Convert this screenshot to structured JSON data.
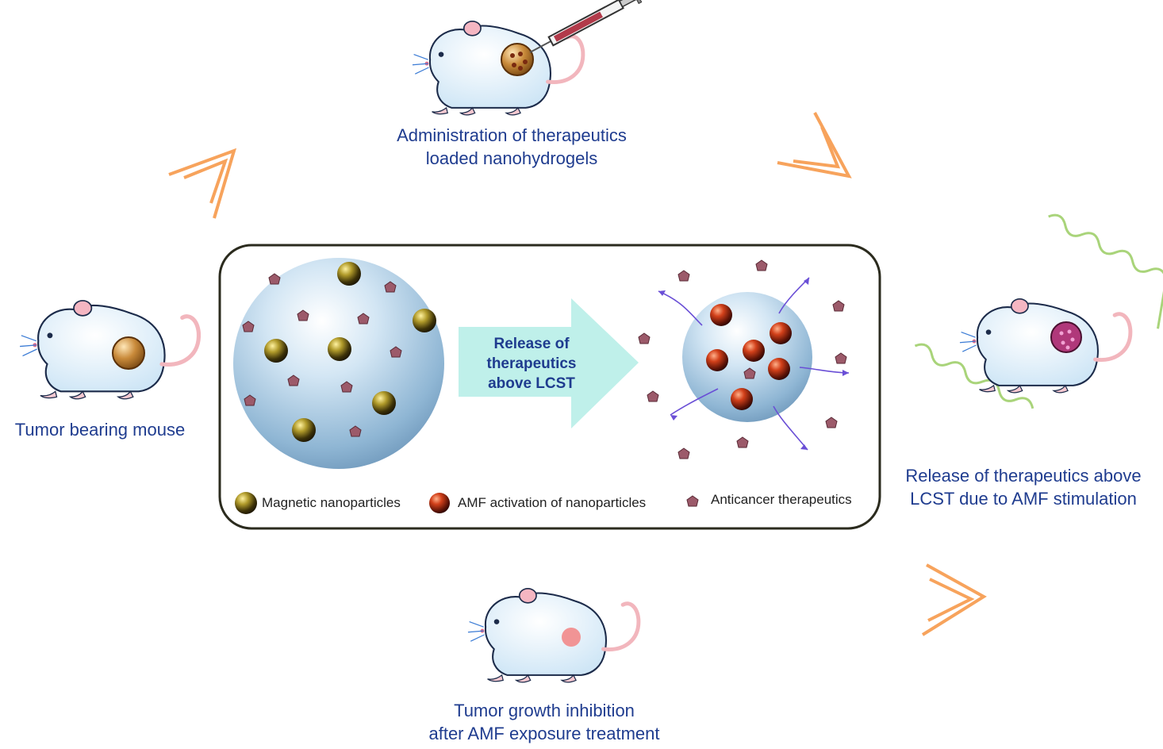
{
  "captions": {
    "top": [
      "Administration of therapeutics",
      "loaded nanohydrogels"
    ],
    "left": [
      "Tumor  bearing mouse"
    ],
    "right": [
      "Release of therapeutics above",
      "LCST due to AMF stimulation"
    ],
    "bottom": [
      "Tumor growth inhibition",
      "after AMF exposure treatment"
    ]
  },
  "center_arrow": [
    "Release of",
    "therapeutics",
    "above LCST"
  ],
  "legend": {
    "magnetic": "Magnetic nanoparticles",
    "amf": "AMF  activation  of  nanoparticles",
    "anticancer": "Anticancer therapeutics"
  },
  "colors": {
    "caption": "#1f3c8f",
    "cycle_arrow": "#f7a35c",
    "amf_wave": "#a9d47a",
    "release_arrow": "#bff0ea",
    "panel_border": "#2b2b1e",
    "release_path": "#6a4fd6"
  }
}
